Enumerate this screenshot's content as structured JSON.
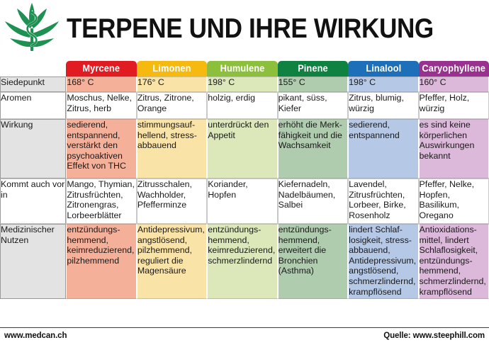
{
  "header": {
    "title": "TERPENE UND IHRE WIRKUNG",
    "logo_icon": "cannabis-leaf-asclepius-staff-icon",
    "logo_color": "#1E9052"
  },
  "table": {
    "row_labels": [
      "Siedepunkt",
      "Aromen",
      "Wirkung",
      "Kommt auch vor in",
      "Medizinischer Nutzen"
    ],
    "columns": [
      {
        "name": "Myrcene",
        "header_color": "#E01B22",
        "tint_color": "#F5B09A",
        "siedepunkt": "168° C",
        "aromen": "Moschus, Nelke, Zitrus, herb",
        "wirkung": "sedierend, entspannend, verstärkt den psychoaktiven Effekt von THC",
        "kommt_vor_in": "Mango, Thymian, Zitrusfrüchten, Zitronengras, Lorbeerblätter",
        "nutzen": "entzündungs-hemmend, keimreduzierend, pilzhemmend"
      },
      {
        "name": "Limonen",
        "header_color": "#F5B90F",
        "tint_color": "#FAE3A6",
        "siedepunkt": "176° C",
        "aromen": "Zitrus, Zitrone, Orange",
        "wirkung": "stimmungsauf-hellend, stress-abbauend",
        "kommt_vor_in": "Zitrusschalen, Wachholder, Pfefferminze",
        "nutzen": "Antidepressivum, angstlösend, pilzhemmend, reguliert die Magensäure"
      },
      {
        "name": "Humulene",
        "header_color": "#8CC03C",
        "tint_color": "#DCE8B9",
        "siedepunkt": "198° C",
        "aromen": "holzig, erdig",
        "wirkung": "unterdrückt den Appetit",
        "kommt_vor_in": "Koriander, Hopfen",
        "nutzen": "entzündungs-hemmend, keimreduzierend, schmerzlindernd"
      },
      {
        "name": "Pinene",
        "header_color": "#0F8140",
        "tint_color": "#AFCCAE",
        "siedepunkt": "155° C",
        "aromen": "pikant, süss, Kiefer",
        "wirkung": "erhöht die Merk-fähigkeit und die Wachsamkeit",
        "kommt_vor_in": "Kiefernadeln, Nadelbäumen, Salbei",
        "nutzen": "entzündungs-hemmend, erweitert die Bronchien (Asthma)"
      },
      {
        "name": "Linalool",
        "header_color": "#1C6FB8",
        "tint_color": "#B5C8E6",
        "siedepunkt": "198° C",
        "aromen": "Zitrus, blumig, würzig",
        "wirkung": "sedierend, entspannend",
        "kommt_vor_in": "Lavendel, Zitrusfrüchten, Lorbeer, Birke, Rosenholz",
        "nutzen": "lindert Schlaf-losigkeit, stress-abbauend, Antidepressivum, angstlösend, schmerzlindernd, krampflösend"
      },
      {
        "name": "Caryophyllene",
        "header_color": "#99318E",
        "tint_color": "#DCB8DA",
        "siedepunkt": "160° C",
        "aromen": "Pfeffer, Holz, würzig",
        "wirkung": "es sind keine körperlichen Auswirkungen bekannt",
        "kommt_vor_in": "Pfeffer, Nelke, Hopfen, Basilikum, Oregano",
        "nutzen": "Antioxidations-mittel, lindert Schlaflosigkeit, entzündungs-hemmend, schmerzlindernd, krampflösend"
      }
    ]
  },
  "footer": {
    "left": "www.medcan.ch",
    "right": "Quelle: www.steephill.com"
  }
}
